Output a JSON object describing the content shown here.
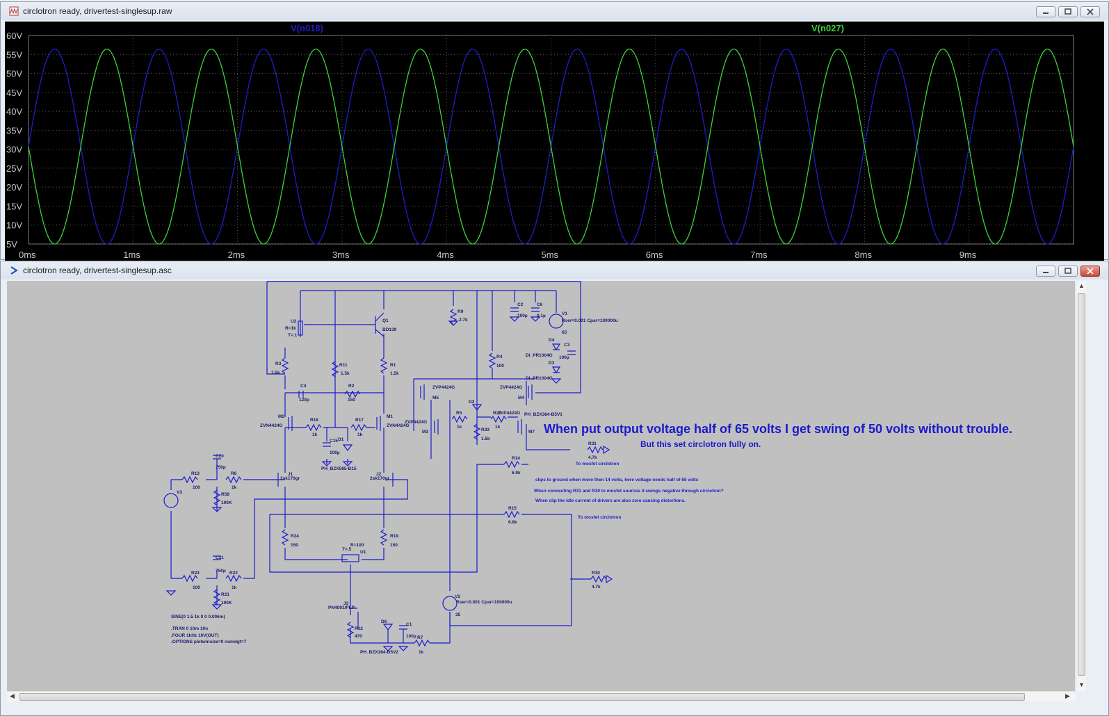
{
  "waveform_window": {
    "title": "circlotron ready, drivertest-singlesup.raw",
    "traces": [
      {
        "name": "V(n018)",
        "color": "#1e1ec8"
      },
      {
        "name": "V(n027)",
        "color": "#3cd23c"
      }
    ]
  },
  "chart_data": {
    "type": "line",
    "title": "",
    "xlabel": "",
    "ylabel": "",
    "xlim": [
      0,
      10
    ],
    "ylim": [
      5,
      60
    ],
    "y_tick_labels": [
      "60V",
      "55V",
      "50V",
      "45V",
      "40V",
      "35V",
      "30V",
      "25V",
      "20V",
      "15V",
      "10V",
      "5V"
    ],
    "x_tick_labels": [
      "0ms",
      "1ms",
      "2ms",
      "3ms",
      "4ms",
      "5ms",
      "6ms",
      "7ms",
      "8ms",
      "9ms"
    ],
    "grid": true,
    "series": [
      {
        "name": "V(n018)",
        "color": "#1e1ec8",
        "offset_v": 30.7,
        "amplitude_v": 25.7,
        "frequency_khz": 1.0,
        "phase": "positive-sine"
      },
      {
        "name": "V(n027)",
        "color": "#3cd23c",
        "offset_v": 30.7,
        "amplitude_v": 25.7,
        "frequency_khz": 1.0,
        "phase": "negative-sine"
      }
    ]
  },
  "schematic_window": {
    "title": "circlotron ready, drivertest-singlesup.asc",
    "annotations": {
      "main": "When put output voltage half of 65 volts I get swing of 50 volts without trouble.",
      "sub": "But this set circlotron fully on.",
      "note1": "clips to ground when more then 14 volts, here voltage needs half of 65 volts",
      "note2": "When connecting R31 and R30 to mosfet sources it swings negative through circlotron?",
      "note3": "When clip the idle current of drivers are also zero causing distortions.",
      "to_mosfet_1": "To mosfet circlotron",
      "to_mosfet_2": "To mosfet circlotron"
    },
    "directives": [
      "SINE(0 1.5 1k 0 0 0.006m)",
      ".TRAN 0 10m 10n",
      ".FOUR 1kHz 10V(OUT)",
      ".OPTIONS plotwinsize=0 numdgt=7"
    ],
    "labels": {
      "U2": "U2",
      "U2v": "R=1k",
      "U2t": "T=.1",
      "Q1": "Q1",
      "Q1v": "BD139",
      "R9": "R9",
      "R9v": "2.7k",
      "C2": "C2",
      "C2v": "100µ",
      "C6": "C6",
      "C6v": "0.1µ",
      "V1": "V1",
      "V1p": "Rser=0.001 Cpar=100000u",
      "V1v": "65",
      "D4": "D4",
      "C3": "C3",
      "C3v": "100µ",
      "D4m": "DI_PR1004G",
      "D3": "D3",
      "D3m": "DI_PR1004G",
      "R3": "R3",
      "R3v": "1.5k",
      "R11": "R11",
      "R11v": "1.5k",
      "R1": "R1",
      "R1v": "1.5k",
      "R4": "R4",
      "R4v": "100",
      "C4": "C4",
      "C4v": "120p",
      "R2": "R2",
      "R2v": "150",
      "M5": "M5",
      "M5m": "ZVP4424G",
      "M4": "M4",
      "M4m": "ZVP4424G",
      "D2": "D2",
      "D1m": "PH_BZX384-B5V1",
      "M2": "M2",
      "M2m": "ZVN4424G",
      "M1": "M1",
      "M1m": "ZVN4424G",
      "R16": "R16",
      "R16v": "1k",
      "R17": "R17",
      "R17v": "1k",
      "C15": "C15",
      "C15v": "100µ",
      "D1": "D1",
      "D1b": "PH_BZX585-B15",
      "M3": "M3",
      "M3m": "ZVP4424G",
      "R5": "R5",
      "R5v": "1k",
      "R33": "R33",
      "R33v": "1.5k",
      "R22b": "R22",
      "R22bv": "1k",
      "M7": "M7",
      "M7m": "ZVP4424G",
      "R31": "R31",
      "R31v": "4.7k",
      "R14": "R14",
      "R14v": "6.8k",
      "R15": "R15",
      "R15v": "6.8k",
      "C20": "C20",
      "C20v": "750p",
      "R13": "R13",
      "R13v": "100",
      "R6": "R6",
      "R6v": "1k",
      "R58": "R58",
      "R58v": "100K",
      "V3": "V3",
      "J1": "J1",
      "J1m": "2sk170gr",
      "J2": "J2",
      "J2m": "2sk170gr",
      "R24": "R24",
      "R24v": "150",
      "R19": "R19",
      "R19v": "150",
      "U1": "U1",
      "U1v": "R=100",
      "U1t": "T=.5",
      "C21": "C21",
      "C21v": "750p",
      "R23": "R23",
      "R23v": "100",
      "R22": "R22",
      "R22v": "1k",
      "R21": "R21",
      "R21v": "100K",
      "R30": "R30",
      "R30v": "4.7k",
      "V2": "V2",
      "V2p": "Rser=0.001 Cpar=100000u",
      "V2v": "35",
      "J3": "J3",
      "J3m": "PN4091/PLP",
      "R12": "R12",
      "R12v": "470",
      "D6": "D6",
      "C1": "C1",
      "C1v": "100µ",
      "R7": "R7",
      "R7v": "1k",
      "D6m": "PH_BZX384-B5V2"
    }
  }
}
